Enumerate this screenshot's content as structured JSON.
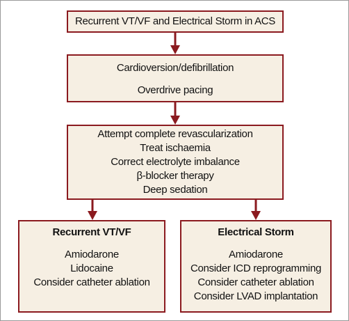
{
  "title": "Recurrent VT/VF and Electrical Storm in ACS",
  "step1": [
    "Cardioversion/defibrillation",
    "Overdrive pacing"
  ],
  "step2": [
    "Attempt complete revascularization",
    "Treat ischaemia",
    "Correct electrolyte imbalance",
    "β-blocker therapy",
    "Deep sedation"
  ],
  "recurrent_vtvf": {
    "heading": "Recurrent VT/VF",
    "items": [
      "Amiodarone",
      "Lidocaine",
      "Consider catheter ablation"
    ]
  },
  "electrical_storm": {
    "heading": "Electrical Storm",
    "items": [
      "Amiodarone",
      "Consider ICD reprogramming",
      "Consider catheter ablation",
      "Consider LVAD implantation"
    ]
  },
  "colors": {
    "box_fill": "#f6efe3",
    "box_border": "#8b1a1f",
    "arrow": "#8b1a1f"
  }
}
